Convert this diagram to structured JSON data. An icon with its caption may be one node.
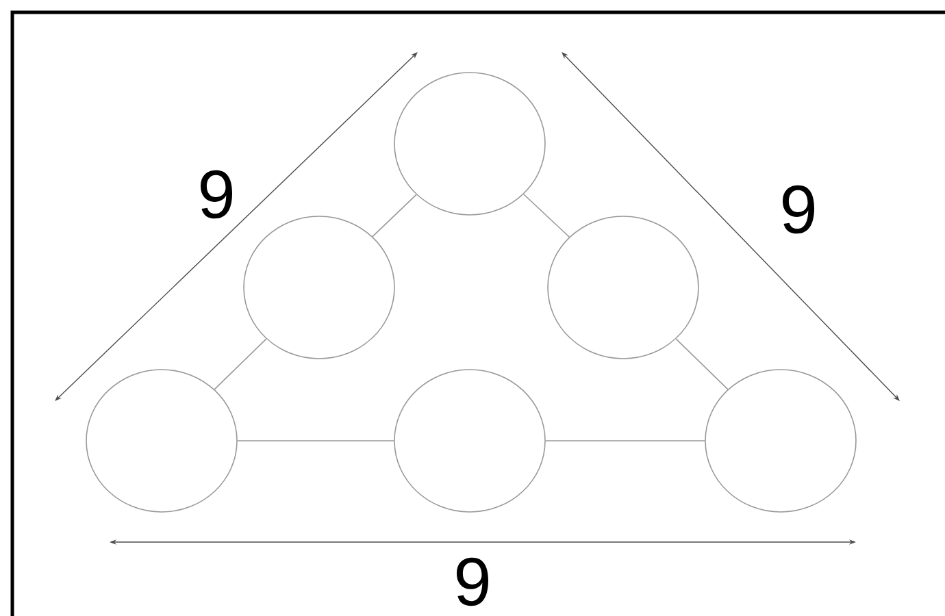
{
  "diagram": {
    "nodes": [
      {
        "text": [],
        "shape": "circle"
      },
      {
        "text": [],
        "shape": "circle"
      },
      {
        "text": [],
        "shape": "circle"
      },
      {
        "text": [],
        "shape": "circle"
      },
      {
        "text": [],
        "shape": "circle"
      },
      {
        "text": [],
        "shape": "circle"
      }
    ],
    "edges": [
      {
        "from": 0,
        "to": 1,
        "arrow": "none"
      },
      {
        "from": 0,
        "to": 2,
        "arrow": "none"
      },
      {
        "from": 1,
        "to": 3,
        "arrow": "none"
      },
      {
        "from": 2,
        "to": 5,
        "arrow": "none"
      },
      {
        "from": 3,
        "to": 4,
        "arrow": "none"
      },
      {
        "from": 4,
        "to": 5,
        "arrow": "none"
      }
    ],
    "labels": [
      "9",
      "9",
      "9"
    ]
  }
}
